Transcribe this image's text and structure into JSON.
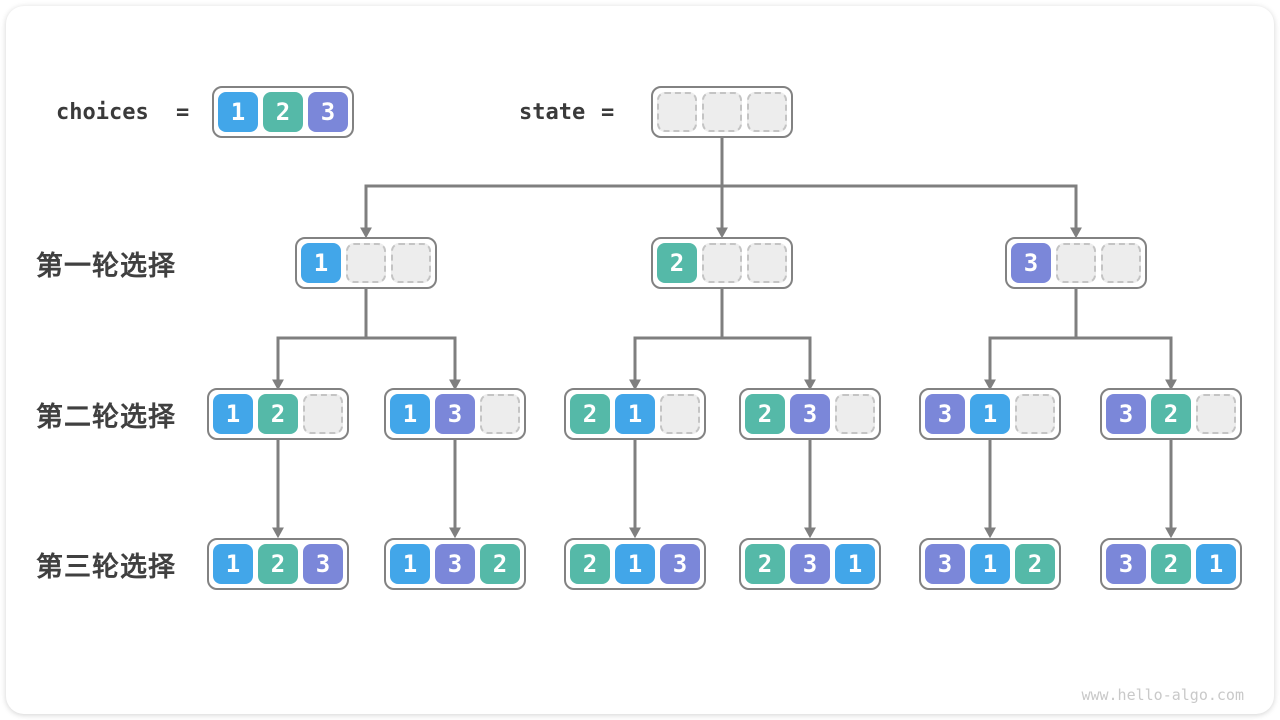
{
  "header": {
    "choices_label": "choices",
    "equals": "=",
    "choices_values": [
      1,
      2,
      3
    ],
    "state_label": "state",
    "state_values": [
      null,
      null,
      null
    ]
  },
  "rows": [
    {
      "label": "第一轮选择",
      "nodes": [
        [
          1,
          null,
          null
        ],
        [
          2,
          null,
          null
        ],
        [
          3,
          null,
          null
        ]
      ]
    },
    {
      "label": "第二轮选择",
      "nodes": [
        [
          1,
          2,
          null
        ],
        [
          1,
          3,
          null
        ],
        [
          2,
          1,
          null
        ],
        [
          2,
          3,
          null
        ],
        [
          3,
          1,
          null
        ],
        [
          3,
          2,
          null
        ]
      ]
    },
    {
      "label": "第三轮选择",
      "nodes": [
        [
          1,
          2,
          3
        ],
        [
          1,
          3,
          2
        ],
        [
          2,
          1,
          3
        ],
        [
          2,
          3,
          1
        ],
        [
          3,
          1,
          2
        ],
        [
          3,
          2,
          1
        ]
      ]
    }
  ],
  "colors": {
    "1": "#42a6e9",
    "2": "#55b9a8",
    "3": "#7b87d9",
    "line": "#7f7f7f",
    "node_border": "#828282",
    "empty_fill": "#ededed",
    "empty_border": "#c4c4c4"
  },
  "watermark": "www.hello-algo.com"
}
